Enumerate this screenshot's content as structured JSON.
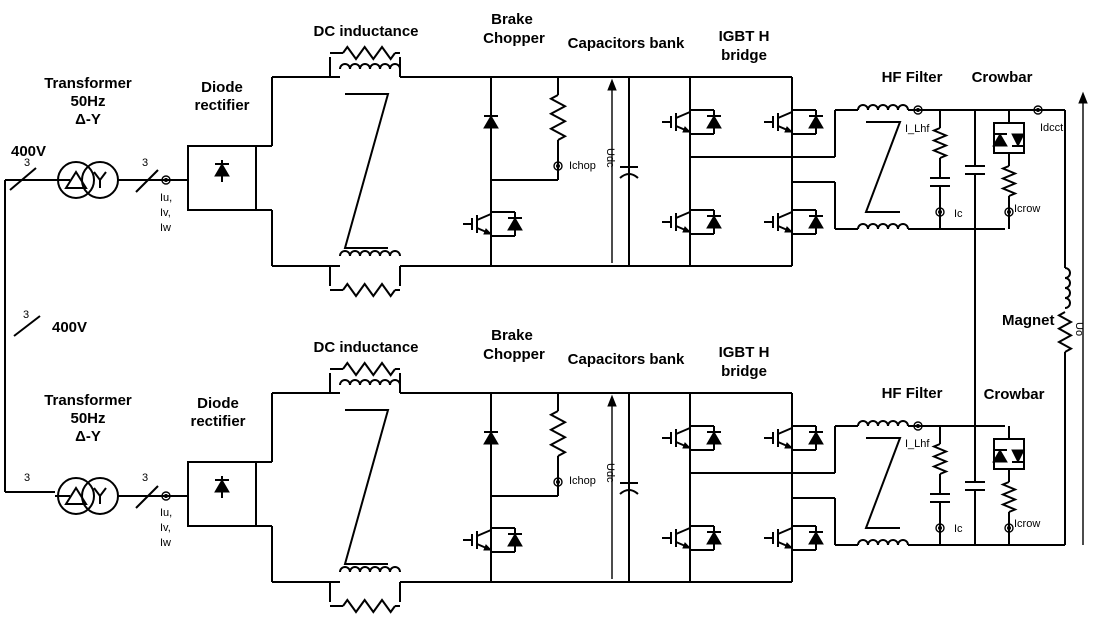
{
  "mains": {
    "voltage_top": "400V",
    "voltage_mid": "400V",
    "phases_mid": "3"
  },
  "channels": [
    {
      "transformer": [
        "Transformer",
        "50Hz",
        "Δ-Y"
      ],
      "phases_in": "3",
      "phases_out": "3",
      "meas_currents": [
        "Iu,",
        "Iv,",
        "Iw"
      ],
      "diode_rectifier": [
        "Diode",
        "rectifier"
      ],
      "dc_inductance": "DC inductance",
      "brake_chopper": [
        "Brake",
        "Chopper"
      ],
      "ichop": "Ichop",
      "capacitors_bank": "Capacitors bank",
      "udc": "Udc",
      "igbt_bridge": [
        "IGBT H",
        "bridge"
      ],
      "hf_filter": "HF Filter",
      "i_lhf": "I_Lhf",
      "ic": "Ic",
      "crowbar": "Crowbar",
      "icrow": "Icrow"
    },
    {
      "transformer": [
        "Transformer",
        "50Hz",
        "Δ-Y"
      ],
      "phases_in": "3",
      "phases_out": "3",
      "meas_currents": [
        "Iu,",
        "Iv,",
        "Iw"
      ],
      "diode_rectifier": [
        "Diode",
        "rectifier"
      ],
      "dc_inductance": "DC inductance",
      "brake_chopper": [
        "Brake",
        "Chopper"
      ],
      "ichop": "Ichop",
      "capacitors_bank": "Capacitors bank",
      "udc": "Udc",
      "igbt_bridge": [
        "IGBT H",
        "bridge"
      ],
      "hf_filter": "HF Filter",
      "i_lhf": "I_Lhf",
      "ic": "Ic",
      "crowbar": "Crowbar",
      "icrow": "Icrow"
    }
  ],
  "output": {
    "idcct": "Idcct",
    "magnet": "Magnet",
    "uo": "Uo"
  }
}
